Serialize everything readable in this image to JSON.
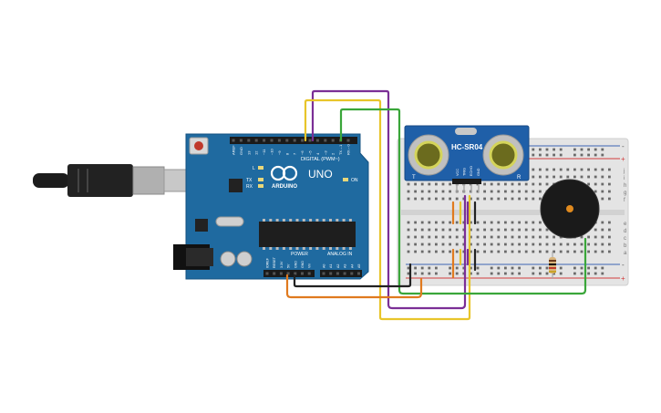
{
  "board": {
    "brand": "ARDUINO",
    "model": "UNO",
    "digital_header": "DIGITAL (PWM~)",
    "power_header": "POWER",
    "analog_header": "ANALOG IN",
    "led_l": "L",
    "led_tx": "TX",
    "led_rx": "RX",
    "led_on": "ON",
    "digital_pins": [
      "AREF",
      "GND",
      "13",
      "12",
      "~11",
      "~10",
      "~9",
      "8",
      "7",
      "~6",
      "~5",
      "4",
      "~3",
      "2",
      "TX→1",
      "RX←0"
    ],
    "power_pins": [
      "IOREF",
      "RESET",
      "3.3V",
      "5V",
      "GND",
      "GND",
      "Vin"
    ],
    "analog_pins": [
      "A0",
      "A1",
      "A2",
      "A3",
      "A4",
      "A5"
    ]
  },
  "sensor": {
    "model": "HC-SR04",
    "pins": [
      "VCC",
      "TRIG",
      "ECHO",
      "GND"
    ],
    "left_mark": "T",
    "right_mark": "R"
  },
  "breadboard": {
    "row_letters_top": [
      "j",
      "i",
      "h",
      "g",
      "f"
    ],
    "row_letters_bottom": [
      "e",
      "d",
      "c",
      "b",
      "a"
    ],
    "plus_sign": "+",
    "minus_sign": "-"
  },
  "colors": {
    "board_blue": "#1f6aa0",
    "wire_purple": "#7b2f96",
    "wire_yellow": "#e8c52a",
    "wire_green": "#3aa63a",
    "wire_orange": "#e07a1f",
    "wire_black": "#222222",
    "rail_red": "#d23b3b",
    "rail_blue": "#3b63b5"
  }
}
